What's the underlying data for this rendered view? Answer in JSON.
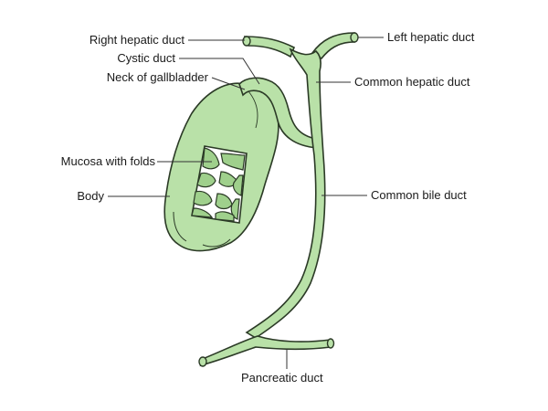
{
  "colors": {
    "tissue_fill": "#b9e1a8",
    "tissue_shade": "#9fd08c",
    "outline": "#2b3a26",
    "mucosa_bg": "#ffffff",
    "leader_line": "#333333"
  },
  "labels": {
    "right_hepatic_duct": "Right hepatic duct",
    "left_hepatic_duct": "Left hepatic duct",
    "cystic_duct": "Cystic duct",
    "neck_of_gallbladder": "Neck of gallbladder",
    "common_hepatic_duct": "Common hepatic duct",
    "mucosa_with_folds": "Mucosa with folds",
    "body": "Body",
    "common_bile_duct": "Common bile duct",
    "pancreatic_duct": "Pancreatic duct"
  }
}
